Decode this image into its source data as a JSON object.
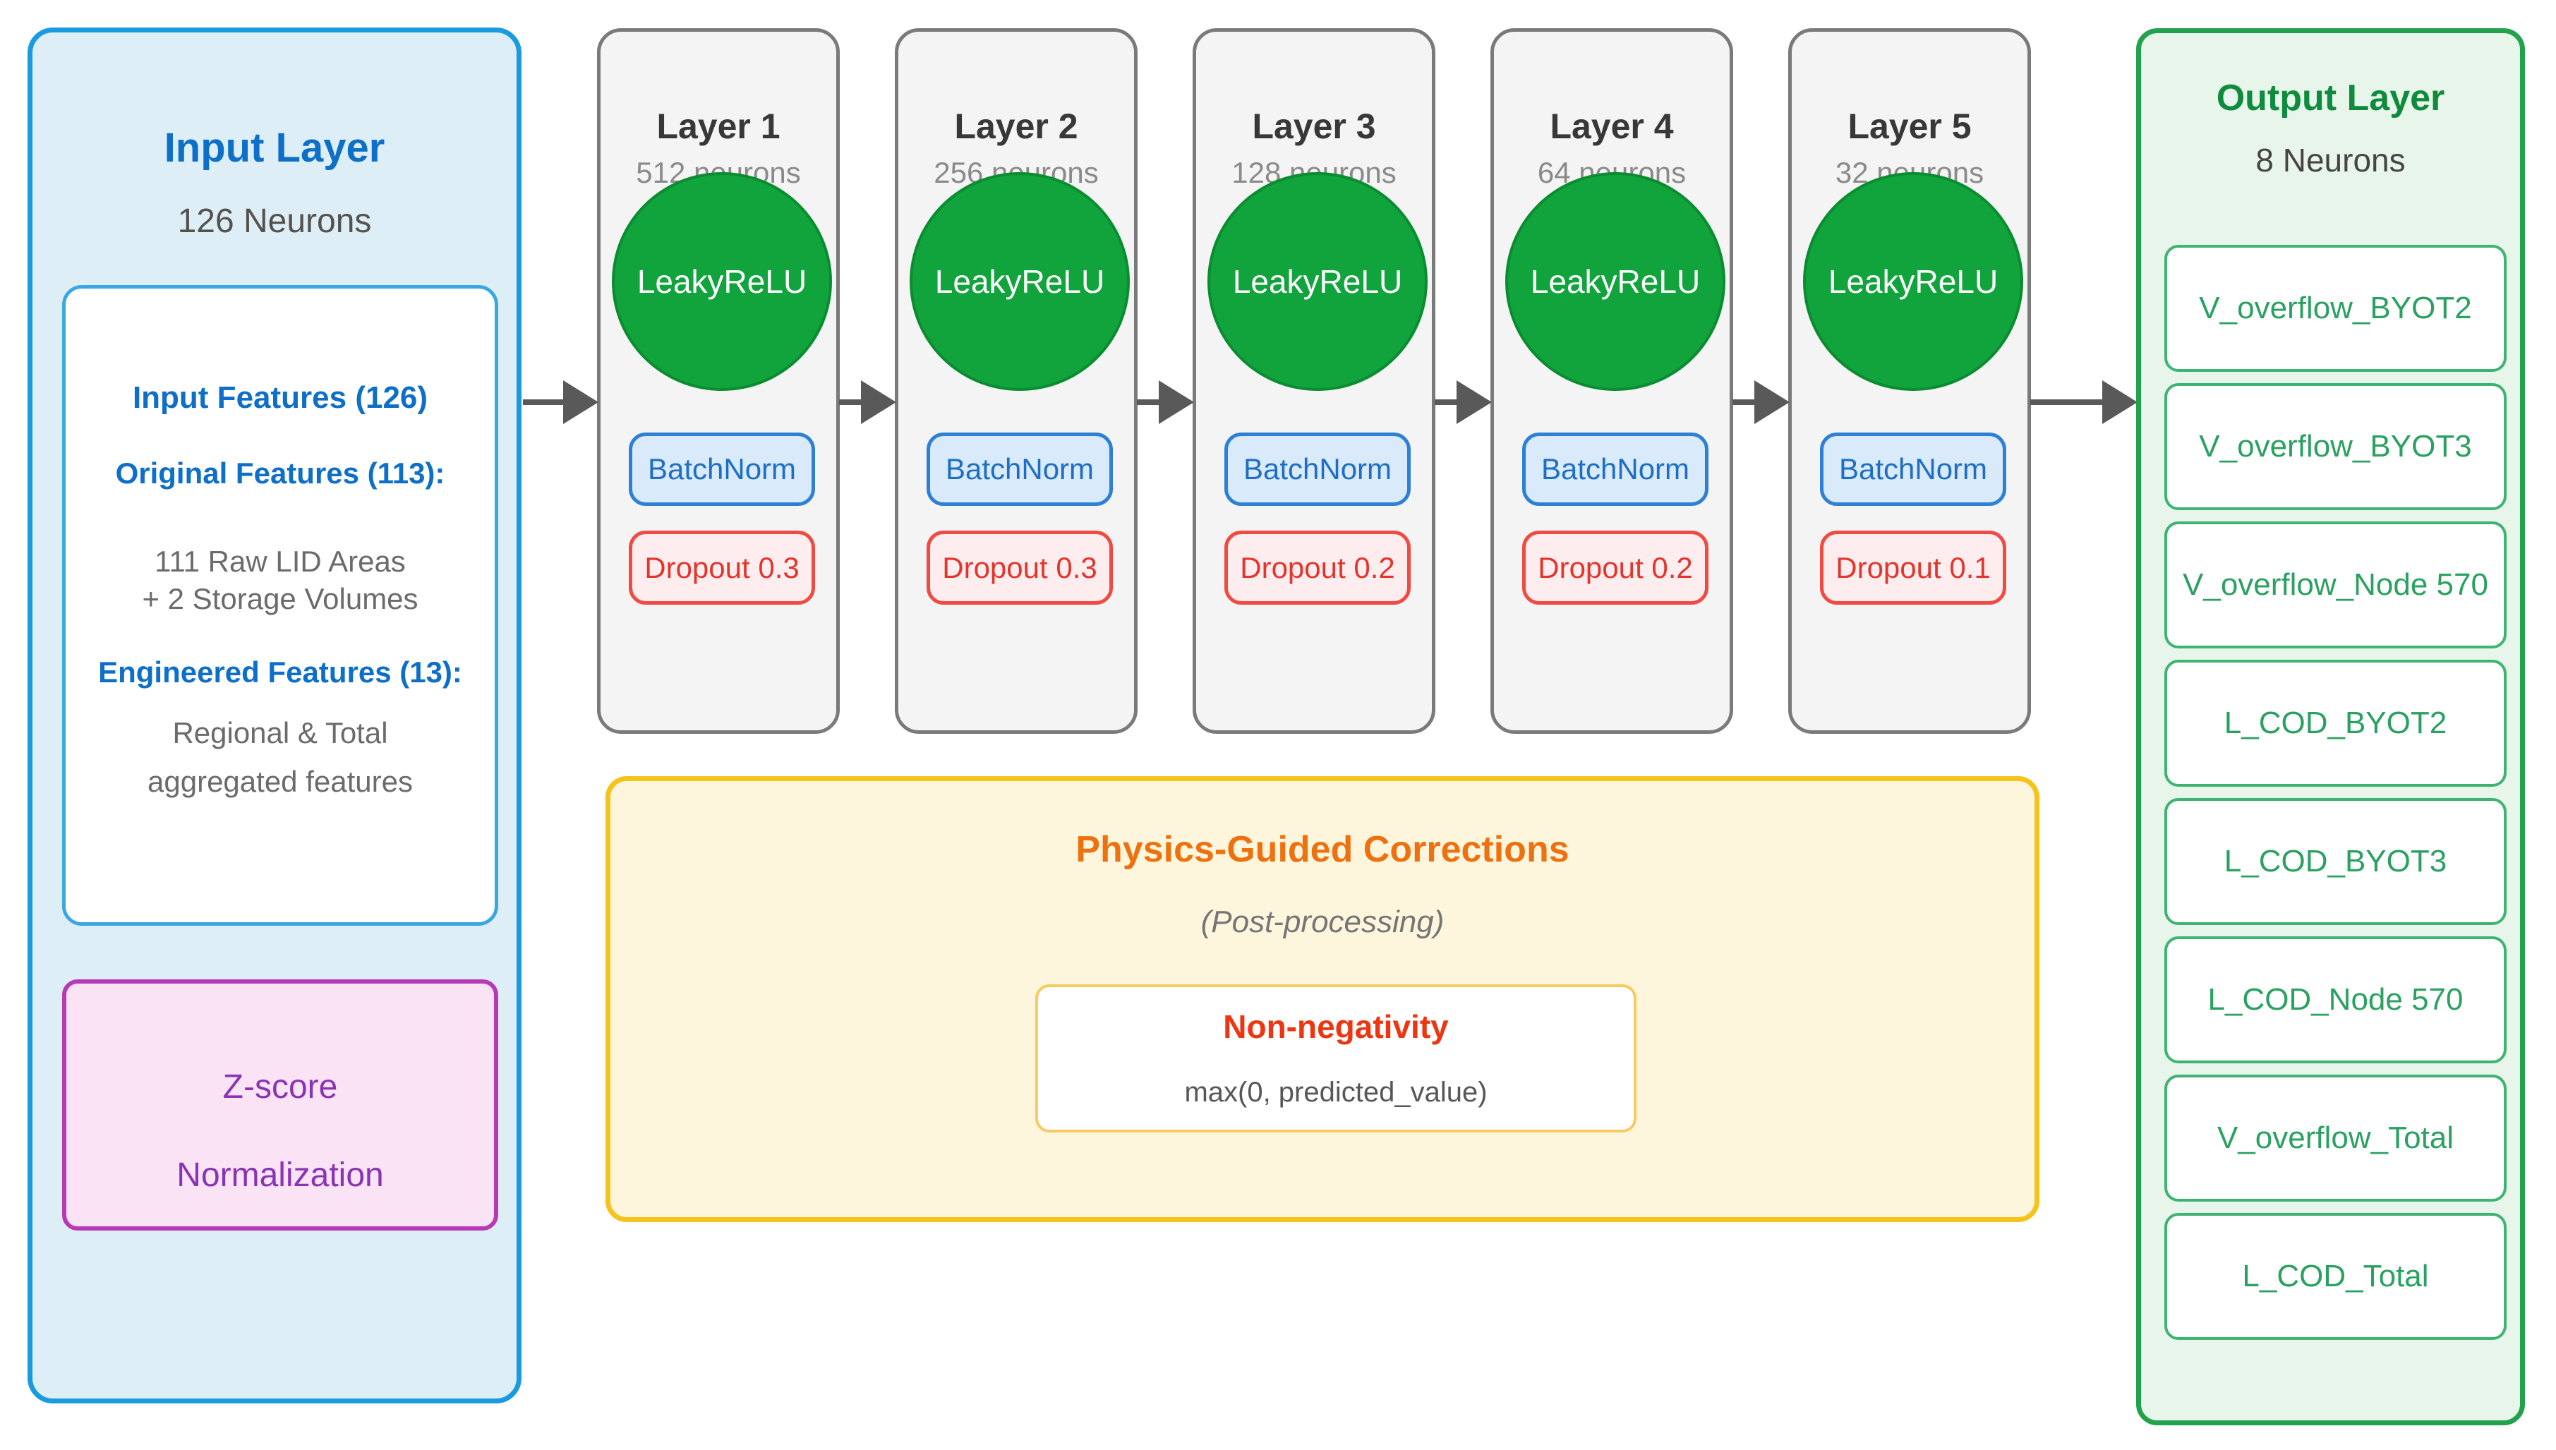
{
  "input_layer": {
    "title": "Input Layer",
    "subtitle": "126 Neurons",
    "features": {
      "title": "Input Features (126)",
      "original_heading": "Original Features (113):",
      "original_line1": "111 Raw LID Areas",
      "original_line2": "+ 2 Storage Volumes",
      "engineered_heading": "Engineered Features (13):",
      "engineered_line1": "Regional & Total",
      "engineered_line2": "aggregated features"
    },
    "normalization": {
      "line1": "Z-score",
      "line2": "Normalization"
    }
  },
  "hidden_layers": [
    {
      "title": "Layer 1",
      "neurons": "512 neurons",
      "activation": "LeakyReLU",
      "batchnorm": "BatchNorm",
      "dropout": "Dropout 0.3"
    },
    {
      "title": "Layer 2",
      "neurons": "256 neurons",
      "activation": "LeakyReLU",
      "batchnorm": "BatchNorm",
      "dropout": "Dropout 0.3"
    },
    {
      "title": "Layer 3",
      "neurons": "128 neurons",
      "activation": "LeakyReLU",
      "batchnorm": "BatchNorm",
      "dropout": "Dropout 0.2"
    },
    {
      "title": "Layer 4",
      "neurons": "64 neurons",
      "activation": "LeakyReLU",
      "batchnorm": "BatchNorm",
      "dropout": "Dropout 0.2"
    },
    {
      "title": "Layer 5",
      "neurons": "32 neurons",
      "activation": "LeakyReLU",
      "batchnorm": "BatchNorm",
      "dropout": "Dropout 0.1"
    }
  ],
  "physics": {
    "title": "Physics-Guided Corrections",
    "subtitle": "(Post-processing)",
    "correction": {
      "title": "Non-negativity",
      "formula": "max(0, predicted_value)"
    }
  },
  "output_layer": {
    "title": "Output Layer",
    "subtitle": "8 Neurons",
    "outputs": [
      "V_overflow_BYOT2",
      "V_overflow_BYOT3",
      "V_overflow_Node 570",
      "L_COD_BYOT2",
      "L_COD_BYOT3",
      "L_COD_Node 570",
      "V_overflow_Total",
      "L_COD_Total"
    ]
  },
  "colors": {
    "input_border": "#189cdf",
    "input_fill": "#ddeef7",
    "input_accent_text": "#0d6fc8",
    "normalization_border": "#b63ab5",
    "normalization_fill": "#f9e3f4",
    "normalization_text": "#8a33b5",
    "layer_border": "#7a7a7a",
    "layer_fill": "#f4f4f4",
    "activation_green": "#12a43c",
    "batchnorm_border": "#2e80d5",
    "batchnorm_fill": "#d9eafb",
    "dropout_border": "#ef4b43",
    "dropout_fill": "#fdedef",
    "arrow_gray": "#595959",
    "physics_border": "#f5c31c",
    "physics_fill": "#fdf6dc",
    "physics_title": "#ee7110",
    "nonneg_title": "#ee3512",
    "output_border": "#22a24d",
    "output_fill": "#e7f5ea",
    "output_title": "#0f8b3e",
    "output_item_text": "#2aa161"
  }
}
